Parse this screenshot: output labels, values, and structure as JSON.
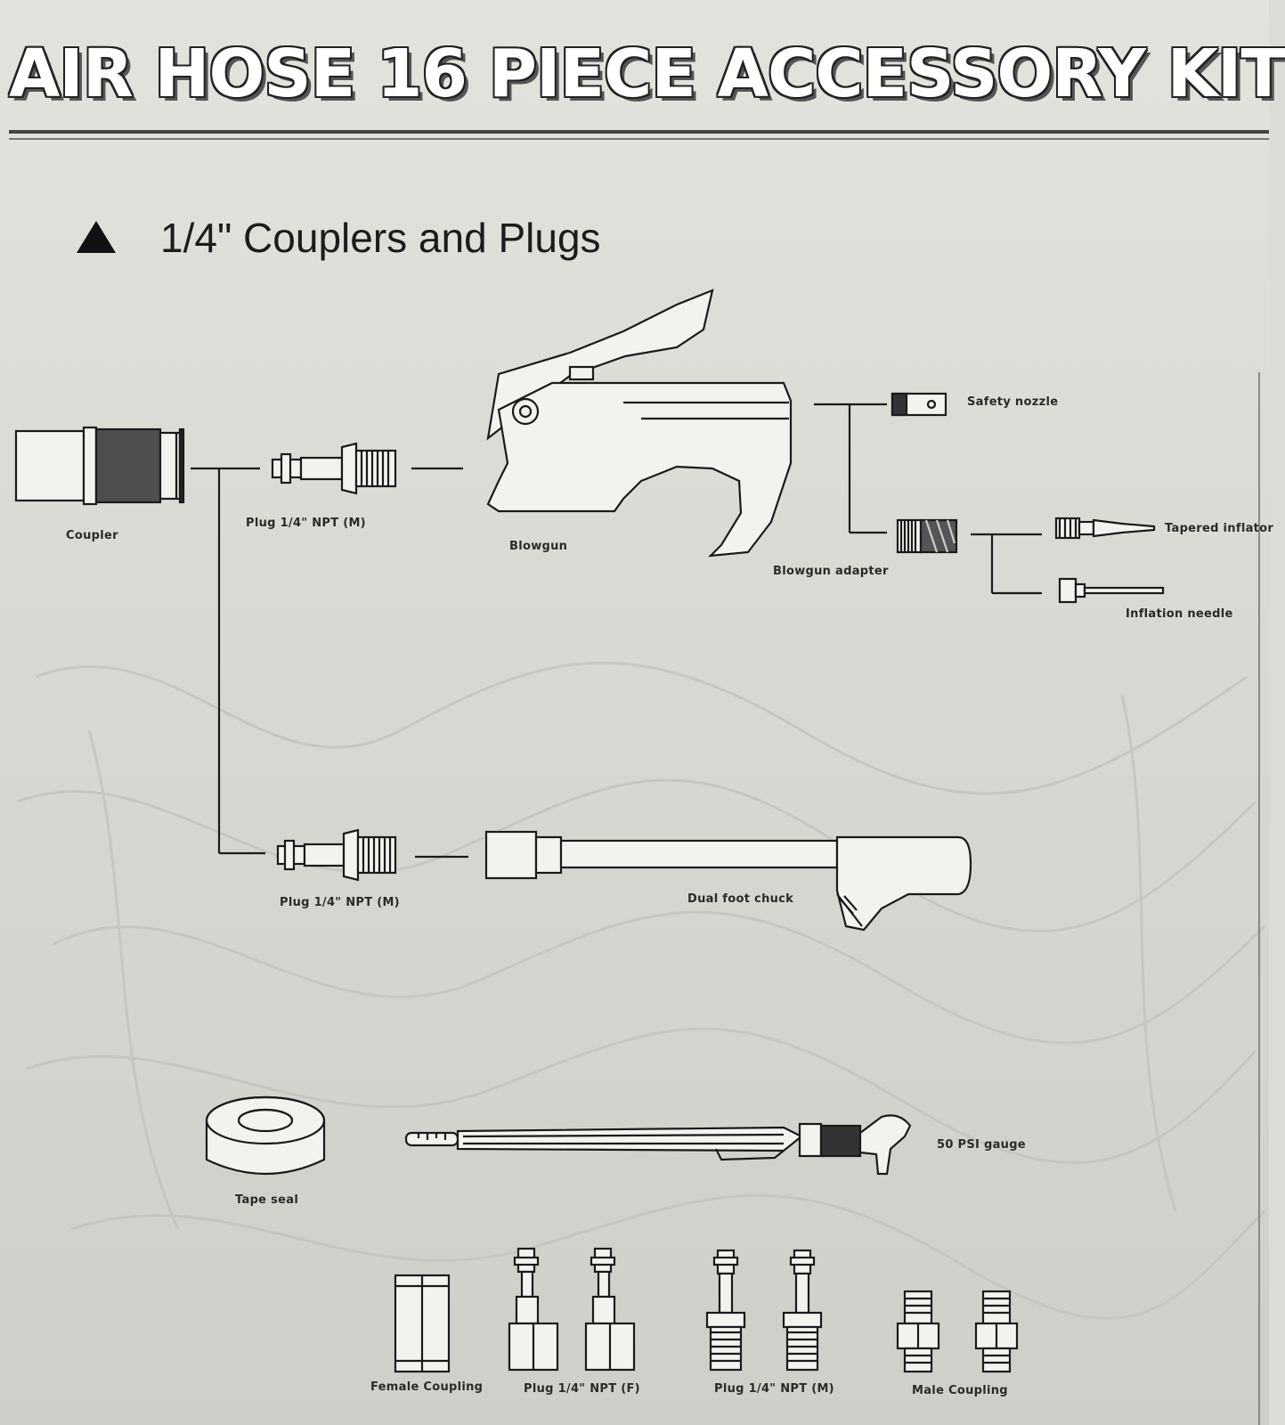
{
  "header": {
    "title": "AIR HOSE 16 PIECE ACCESSORY KIT",
    "section_title": "1/4\" Couplers and Plugs"
  },
  "parts": {
    "coupler": "Coupler",
    "plug_top": "Plug 1/4\" NPT (M)",
    "blowgun": "Blowgun",
    "safety_nozzle": "Safety nozzle",
    "blowgun_adapter": "Blowgun adapter",
    "tapered_inflator": "Tapered inflator",
    "inflation_needle": "Inflation needle",
    "plug_mid": "Plug 1/4\" NPT (M)",
    "dual_foot_chuck": "Dual foot chuck",
    "tape_seal": "Tape seal",
    "psi_gauge": "50 PSI gauge",
    "female_coupling": "Female Coupling",
    "plug_f": "Plug 1/4\" NPT (F)",
    "plug_m_bottom": "Plug 1/4\" NPT (M)",
    "male_coupling": "Male Coupling"
  },
  "colors": {
    "ink": "#1a1a1a",
    "paper": "#dcdcd6",
    "coupler_sleeve": "#555555"
  }
}
